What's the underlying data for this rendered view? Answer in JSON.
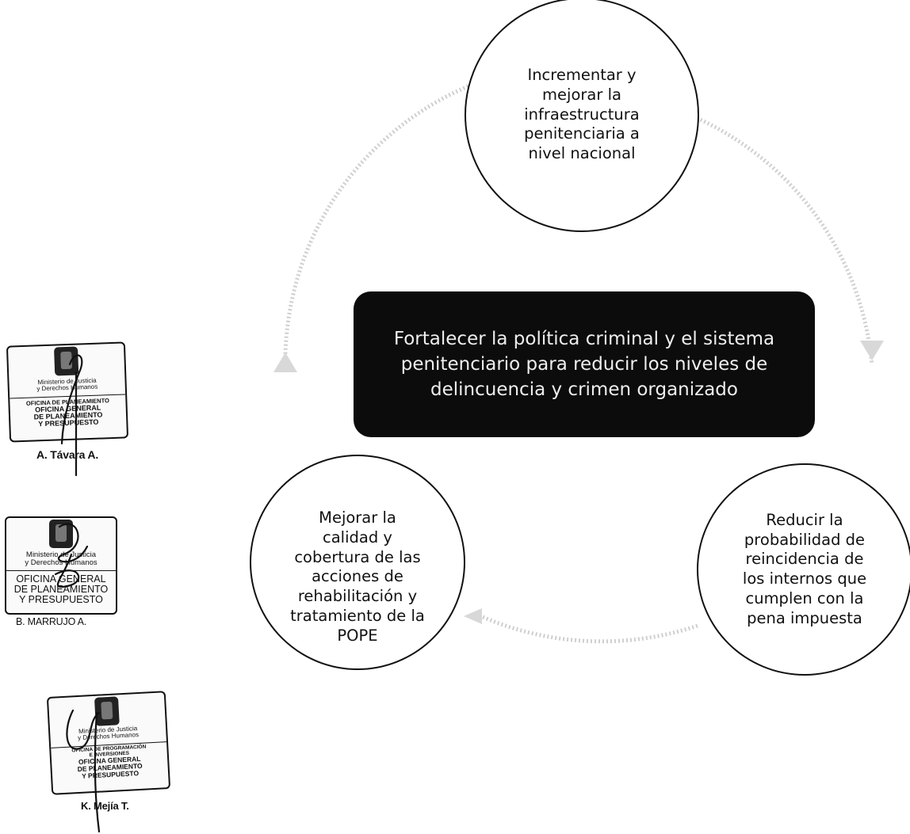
{
  "diagram": {
    "center": "Fortalecer la política criminal y el sistema penitenciario para reducir los niveles de delincuencia y crimen organizado",
    "objectives": {
      "top": [
        "Incrementar y",
        "mejorar la",
        "infraestructura",
        "penitenciaria a",
        "nivel nacional"
      ],
      "left": [
        "Mejorar la",
        "calidad y",
        "cobertura de las",
        "acciones de",
        "rehabilitación y",
        "tratamiento de la",
        "POPE"
      ],
      "right": [
        "Reducir la",
        "probabilidad de",
        "reincidencia de",
        "los internos que",
        "cumplen con la",
        "pena impuesta"
      ]
    }
  },
  "stamps": [
    {
      "ministry": [
        "Ministerio de Justicia",
        "y Derechos Humanos"
      ],
      "office_lines": [
        "OFICINA DE PLANEAMIENTO",
        "OFICINA GENERAL",
        "DE PLANEAMIENTO",
        "Y PRESUPUESTO"
      ],
      "signer": "A. Távara A."
    },
    {
      "ministry": [
        "Ministerio de Justicia",
        "y Derechos Humanos"
      ],
      "office_lines": [
        "OFICINA GENERAL",
        "DE PLANEAMIENTO",
        "Y PRESUPUESTO"
      ],
      "signer": "B. MARRUJO A."
    },
    {
      "ministry": [
        "Ministerio de Justicia",
        "y Derechos Humanos"
      ],
      "office_lines": [
        "OFICINA DE PROGRAMACIÓN",
        "E INVERSIONES",
        "OFICINA GENERAL",
        "DE PLANEAMIENTO",
        "Y PRESUPUESTO"
      ],
      "signer": "K. Mejía T."
    }
  ]
}
